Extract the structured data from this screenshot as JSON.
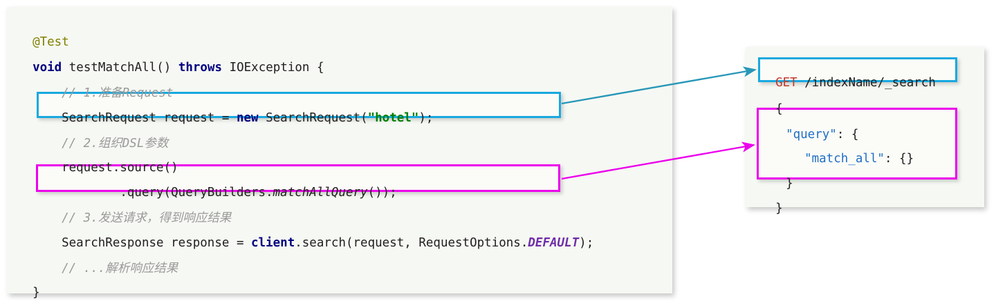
{
  "code_panel": {
    "name": "java-code-snippet",
    "lines": [
      {
        "id": "l1",
        "text": "@Test"
      },
      {
        "id": "l2a",
        "text": "void"
      },
      {
        "id": "l2b",
        "text": " testMatchAll() "
      },
      {
        "id": "l2c",
        "text": "throws"
      },
      {
        "id": "l2d",
        "text": " IOException {"
      },
      {
        "id": "l3",
        "text": "// 1.准备Request"
      },
      {
        "id": "l4a",
        "text": "SearchRequest request = "
      },
      {
        "id": "l4b",
        "text": "new"
      },
      {
        "id": "l4c",
        "text": " SearchRequest("
      },
      {
        "id": "l4d",
        "text": "\"hotel\""
      },
      {
        "id": "l4e",
        "text": ");"
      },
      {
        "id": "l5",
        "text": "// 2.组织DSL参数"
      },
      {
        "id": "l6",
        "text": "request.source()"
      },
      {
        "id": "l7a",
        "text": "        .query(QueryBuilders."
      },
      {
        "id": "l7b",
        "text": "matchAllQuery"
      },
      {
        "id": "l7c",
        "text": "());"
      },
      {
        "id": "l8",
        "text": "// 3.发送请求，得到响应结果"
      },
      {
        "id": "l9a",
        "text": "SearchResponse response = "
      },
      {
        "id": "l9b",
        "text": "client"
      },
      {
        "id": "l9c",
        "text": ".search(request, RequestOptions."
      },
      {
        "id": "l9d",
        "text": "DEFAULT"
      },
      {
        "id": "l9e",
        "text": ");"
      },
      {
        "id": "l10",
        "text": "// ...解析响应结果"
      },
      {
        "id": "l11",
        "text": "}"
      }
    ]
  },
  "dsl_panel": {
    "name": "elasticsearch-dsl-request",
    "lines": [
      {
        "id": "d1a",
        "text": "GET"
      },
      {
        "id": "d1b",
        "text": " /indexName/_search"
      },
      {
        "id": "d2",
        "text": "{"
      },
      {
        "id": "d3a",
        "text": "\"query\""
      },
      {
        "id": "d3b",
        "text": ": {"
      },
      {
        "id": "d4a",
        "text": "\"match_all\""
      },
      {
        "id": "d4b",
        "text": ": {}"
      },
      {
        "id": "d5",
        "text": "}"
      },
      {
        "id": "d6",
        "text": "}"
      }
    ]
  },
  "annotations": {
    "highlight_request_label": "SearchRequest construction highlight",
    "highlight_query_label": "query builder highlight",
    "highlight_get_label": "GET request line highlight",
    "highlight_queryjson_label": "query json block highlight",
    "arrow_request_to_get": "maps SearchRequest to GET /indexName/_search",
    "arrow_query_to_json": "maps matchAllQuery to query match_all json"
  },
  "colors": {
    "accent_blue": "#17a9e0",
    "accent_magenta": "#ec00ec",
    "keyword_navy": "#000080",
    "annotation_olive": "#808000",
    "comment_gray": "#9a9a9a",
    "string_green": "#008000",
    "static_purple": "#6f2da8",
    "verb_red": "#c0392b",
    "json_key_blue": "#1f6fc4",
    "panel_bg": "#f6f8f3"
  }
}
